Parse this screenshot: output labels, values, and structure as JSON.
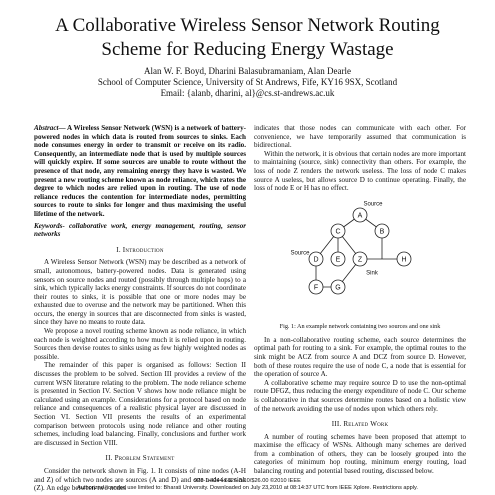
{
  "title_line1": "A Collaborative Wireless Sensor Network Routing",
  "title_line2": "Scheme for Reducing Energy Wastage",
  "authors": "Alan W. F. Boyd, Dharini Balasubramaniam, Alan Dearle",
  "affiliation": "School of Computer Science, University of St Andrews, Fife, KY16 9SX, Scotland",
  "email": "Email: {alanb, dharini, al}@cs.st-andrews.ac.uk",
  "abstract_label": "Abstract",
  "abstract_text": "— A Wireless Sensor Network (WSN) is a network of battery-powered nodes in which data is routed from sources to sinks. Each node consumes energy in order to transmit or receive on its radio. Consequently, an intermediate node that is used by multiple sources will quickly expire. If some sources are unable to route without the presence of that node, any remaining energy they have is wasted. We present a new routing scheme known as node reliance, which rates the degree to which nodes are relied upon in routing. The use of node reliance reduces the contention for intermediate nodes, permitting sources to route to sinks for longer and thus maximising the useful lifetime of the network.",
  "keywords_label": "Keywords",
  "keywords_text": "- collaborative work, energy management, routing, sensor networks",
  "sec1_head": "I.    Introduction",
  "sec1_p1": "A Wireless Sensor Network (WSN) may be described as a network of small, autonomous, battery-powered nodes. Data is generated using sensors on source nodes and routed (possibly through multiple hops) to a sink, which typically lacks energy constraints. If sources do not coordinate their routes to sinks, it is possible that one or more nodes may be exhausted due to overuse and the network may be partitioned. When this occurs, the energy in sources that are disconnected from sinks is wasted, since they have no means to route data.",
  "sec1_p2": "We propose a novel routing scheme known as node reliance, in which each node is weighted according to how much it is relied upon in routing. Sources then devise routes to sinks using as few highly weighted nodes as possible.",
  "sec1_p3": "The remainder of this paper is organised as follows: Section II discusses the problem to be solved. Section III provides a review of the current WSN literature relating to the problem. The node reliance scheme is presented in Section IV. Section V shows how node reliance might be calculated using an example. Considerations for a protocol based on node reliance and consequences of a realistic physical layer are discussed in Section VI. Section VII presents the results of an experimental comparison between protocols using node reliance and other routing schemes, including load balancing. Finally, conclusions and further work are discussed in Section VIII.",
  "sec2_head": "II.    Problem Statement",
  "sec2_p1": "Consider the network shown in Fig. 1. It consists of nine nodes (A-H and Z) of which two nodes are sources (A and D) and one node is a sink (Z). An edge between two nodes",
  "right_p0": "indicates that those nodes can communicate with each other. For convenience, we have temporarily assumed that communication is bidirectional.",
  "right_p1": "Within the network, it is obvious that certain nodes are more important to maintaining (source, sink) connectivity than others. For example, the loss of node Z renders the network useless. The loss of node C makes source A useless, but allows source D to continue operating. Finally, the loss of node E or H has no effect.",
  "fig_source_label": "Source",
  "fig_sink_label": "Sink",
  "fig_nodes": [
    "A",
    "B",
    "C",
    "D",
    "E",
    "F",
    "G",
    "H",
    "Z"
  ],
  "fig_caption": "Fig. 1: An example network containing two sources and one sink",
  "right_p2": "In a non-collaborative routing scheme, each source determines the optimal path for routing to a sink. For example, the optimal routes to the sink might be ACZ from source A and DCZ from source D. However, both of these routes require the use of node C, a node that is essential for the operation of source A.",
  "right_p3": "A collaborative scheme may require source D to use the non-optimal route DFGZ, thus reducing the energy expenditure of node C. Our scheme is collaborative in that sources determine routes based on a holistic view of the network avoiding the use of nodes upon which others rely.",
  "sec3_head": "III.    Related Work",
  "right_p4": "A number of routing schemes have been proposed that attempt to maximise the efficacy of WSNs. Although many schemes are derived from a combination of others, they can be loosely grouped into the categories of minimum hop routing, minimum energy routing, load balancing routing and potential based routing, discussed below.",
  "footer_line1": "978-1-4244-6826-3/10/$26.00 ©2010 IEEE",
  "footer_line2": "Authorized licensed use limited to: Bharati University. Downloaded on July 23,2010 at 08:14:37 UTC from IEEE Xplore.  Restrictions apply."
}
